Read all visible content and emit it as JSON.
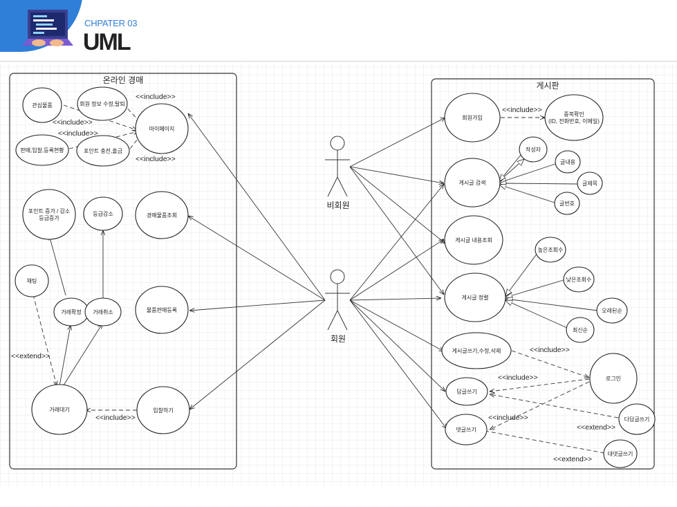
{
  "header": {
    "chapter": "CHPATER 03",
    "title": "UML"
  },
  "diagram": {
    "left_box_title": "온라인 경매",
    "right_box_title": "게시판",
    "actors": {
      "guest": "비회원",
      "member": "회원"
    },
    "usecases": {
      "wishlist": "관심물품",
      "member_edit": "회원 정보 수정,탈퇴",
      "mypage": "마이페이지",
      "trade_status": "판매,입찰,등록현황",
      "point_charge": "포인트 충전,출금",
      "point_grade": "포인트 증가 / 감소\n등급증가",
      "grade_down": "등급감소",
      "search_item": "경매물품조회",
      "chat": "채팅",
      "trade_confirm": "거래확정",
      "trade_cancel": "거래취소",
      "register_item": "물품판매등록",
      "trade_wait": "거래대기",
      "bid": "입찰하기",
      "signup": "회원가입",
      "dup_check": "중복확인\n(ID, 전화번호, 이메일)",
      "post_search": "게시글 검색",
      "author": "작성자",
      "content": "글내용",
      "post_title": "글제목",
      "post_no": "글번호",
      "post_view": "게시글 내용조회",
      "post_sort": "게시글 정렬",
      "view_high": "높은조회수",
      "view_low": "낮은조회수",
      "oldest": "오래된순",
      "newest": "최신순",
      "post_write": "게시글쓰기,수정,삭제",
      "login": "로그인",
      "reply": "답글쓰기",
      "reply_sub": "다답글쓰기",
      "comment": "댓글쓰기",
      "comment_sub": "대댓글쓰기"
    },
    "stereotypes": {
      "include": "<<include>>",
      "extend": "<<extend>>"
    }
  }
}
